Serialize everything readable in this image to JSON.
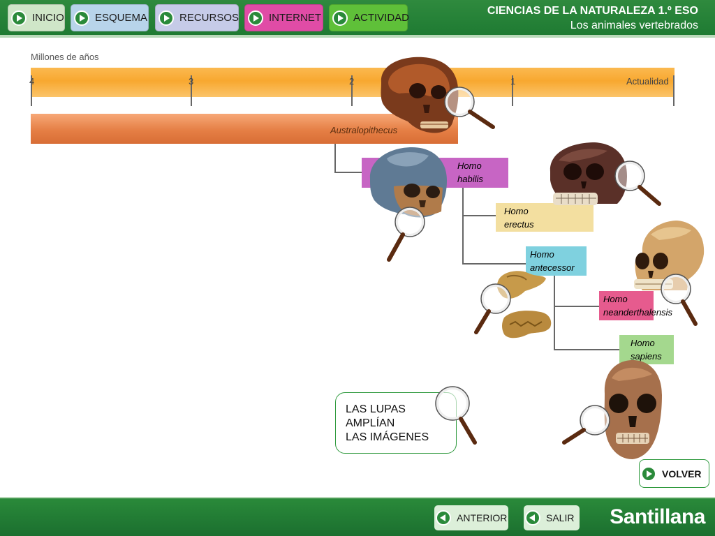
{
  "nav": [
    {
      "label": "INICIO",
      "color": "#cfe6c8"
    },
    {
      "label": "ESQUEMA",
      "color": "#b8d4ea"
    },
    {
      "label": "RECURSOS",
      "color": "#c6cbe8"
    },
    {
      "label": "INTERNET",
      "color": "#e04ca6"
    },
    {
      "label": "ACTIVIDAD",
      "color": "#5fc039"
    }
  ],
  "header": {
    "title": "CIENCIAS DE LA NATURALEZA 1.º ESO",
    "subtitle": "Los animales vertebrados"
  },
  "timeline": {
    "axis_label": "Millones de años",
    "ticks": [
      "4",
      "3",
      "2",
      "1",
      "Actualidad"
    ],
    "australopithecus": "Australopithecus"
  },
  "species": {
    "habilis": {
      "line1": "Homo",
      "line2": "habilis",
      "color": "#c765c4"
    },
    "erectus": {
      "line1": "Homo",
      "line2": "erectus",
      "color": "#f3dfa0"
    },
    "antecessor": {
      "line1": "Homo",
      "line2": "antecessor",
      "color": "#7fd1df"
    },
    "neanderthalensis": {
      "line1": "Homo",
      "line2": "neanderthalensis",
      "color": "#e65b8e"
    },
    "sapiens": {
      "line1": "Homo",
      "line2": "sapiens",
      "color": "#a4d88e"
    }
  },
  "info": {
    "line1": "LAS LUPAS",
    "line2": "AMPLÍAN",
    "line3": "LAS IMÁGENES"
  },
  "buttons": {
    "volver": "VOLVER",
    "anterior": "ANTERIOR",
    "salir": "SALIR"
  },
  "brand": "Santillana",
  "icons": {
    "skull": "skull-image",
    "magnifier": "magnifier-icon",
    "play": "play-icon"
  }
}
